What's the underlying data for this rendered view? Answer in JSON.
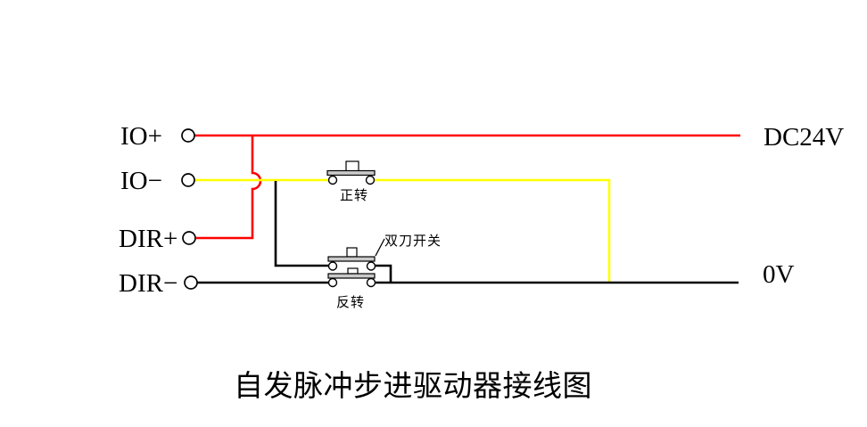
{
  "diagram": {
    "title": "自发脉冲步进驱动器接线图",
    "terminals": {
      "io_plus": "IO+",
      "io_minus": "IO−",
      "dir_plus": "DIR+",
      "dir_minus": "DIR−"
    },
    "rails": {
      "positive": "DC24V",
      "ground": "0V"
    },
    "buttons": {
      "forward": "正转",
      "reverse": "反转"
    },
    "annotations": {
      "double_pole_switch": "双刀开关"
    },
    "colors": {
      "positive_wire": "#ff0000",
      "pulse_wire": "#ffff00",
      "ground_wire": "#000000",
      "switch_body_fill": "#c9c9c9"
    }
  }
}
